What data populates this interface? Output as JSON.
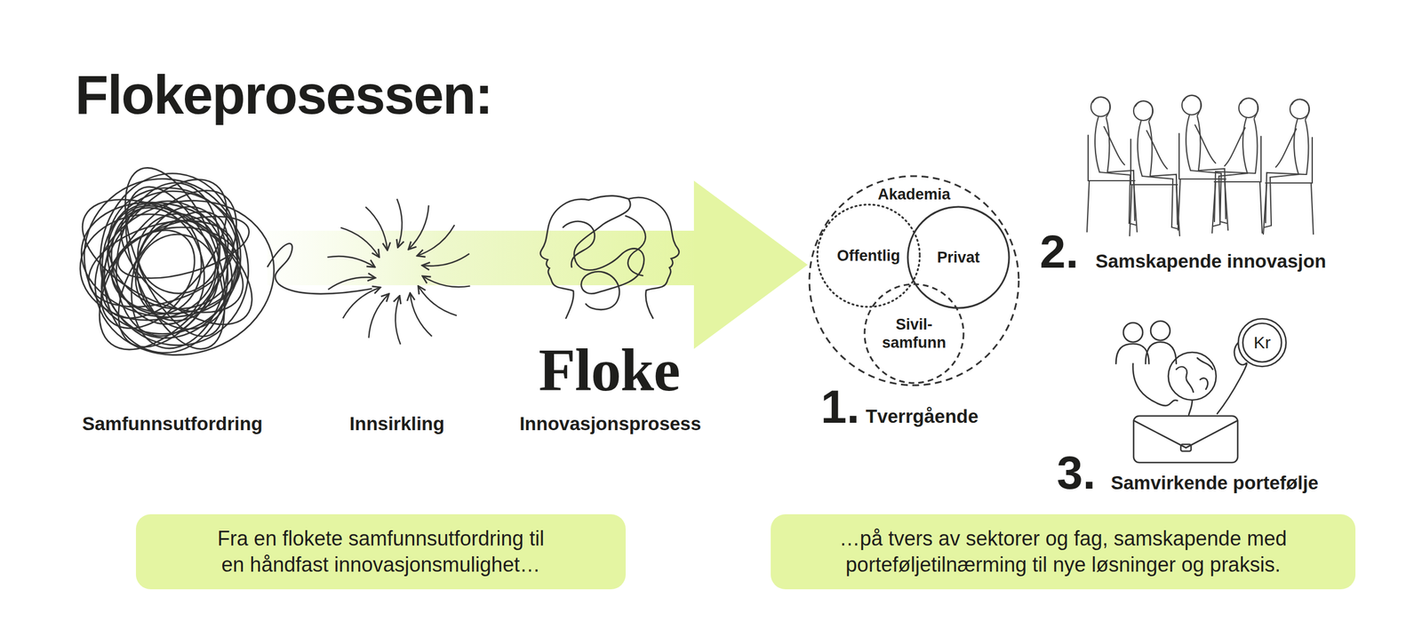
{
  "diagram": {
    "title": "Flokeprosessen:",
    "nodes": [
      {
        "text": [
          "Akademia"
        ]
      },
      {
        "text": [
          "Offentlig"
        ],
        "in": 0
      },
      {
        "text": [
          "Privat"
        ],
        "in": 0
      },
      {
        "text": [
          "Sivil- samfunn"
        ],
        "in": 0
      },
      {
        "text": [
          "Fra en flokete samfunnsutfordring til en håndfast innovasjonsmulighet…"
        ]
      },
      {
        "text": [
          "…på tvers av sektorer og fag, samskapende med porteføljetilnærming til nye løsninger og praksis."
        ]
      }
    ],
    "labels": [
      "Samfunnsutfordring",
      "Innsirkling",
      "Floke",
      "Innovasjonsprosess",
      "1.",
      "Tverrgående",
      "2.",
      "Samskapende innovasjon",
      "3.",
      "Samvirkende portefølje",
      "Kr"
    ]
  }
}
